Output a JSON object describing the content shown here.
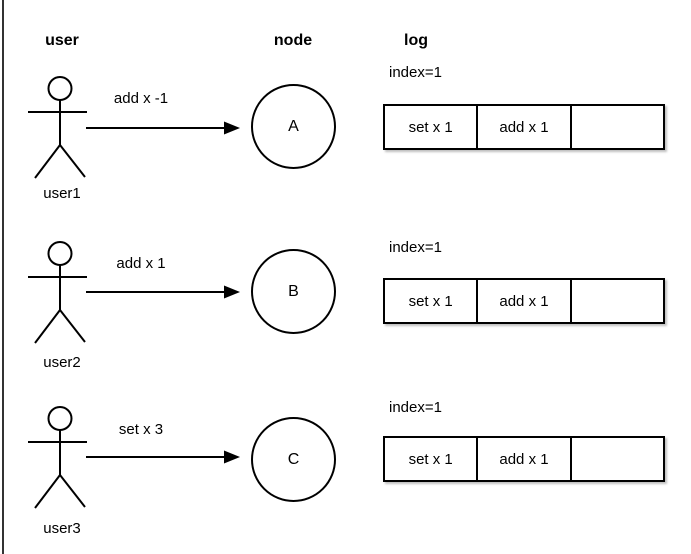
{
  "columns": {
    "user": "user",
    "node": "node",
    "log": "log"
  },
  "rows": [
    {
      "user_label": "user1",
      "message": "add x -1",
      "node": "A",
      "log_index": "index=1",
      "log_cells": [
        "set x 1",
        "add x 1",
        ""
      ]
    },
    {
      "user_label": "user2",
      "message": "add x 1",
      "node": "B",
      "log_index": "index=1",
      "log_cells": [
        "set x 1",
        "add x 1",
        ""
      ]
    },
    {
      "user_label": "user3",
      "message": "set x 3",
      "node": "C",
      "log_index": "index=1",
      "log_cells": [
        "set x 1",
        "add x 1",
        ""
      ]
    }
  ],
  "colors": {
    "stroke": "#000000",
    "frame_border": "#333333",
    "background": "#ffffff"
  },
  "icons": {
    "user_figure": "stick-figure-icon",
    "message_arrow": "arrow-right-icon"
  }
}
